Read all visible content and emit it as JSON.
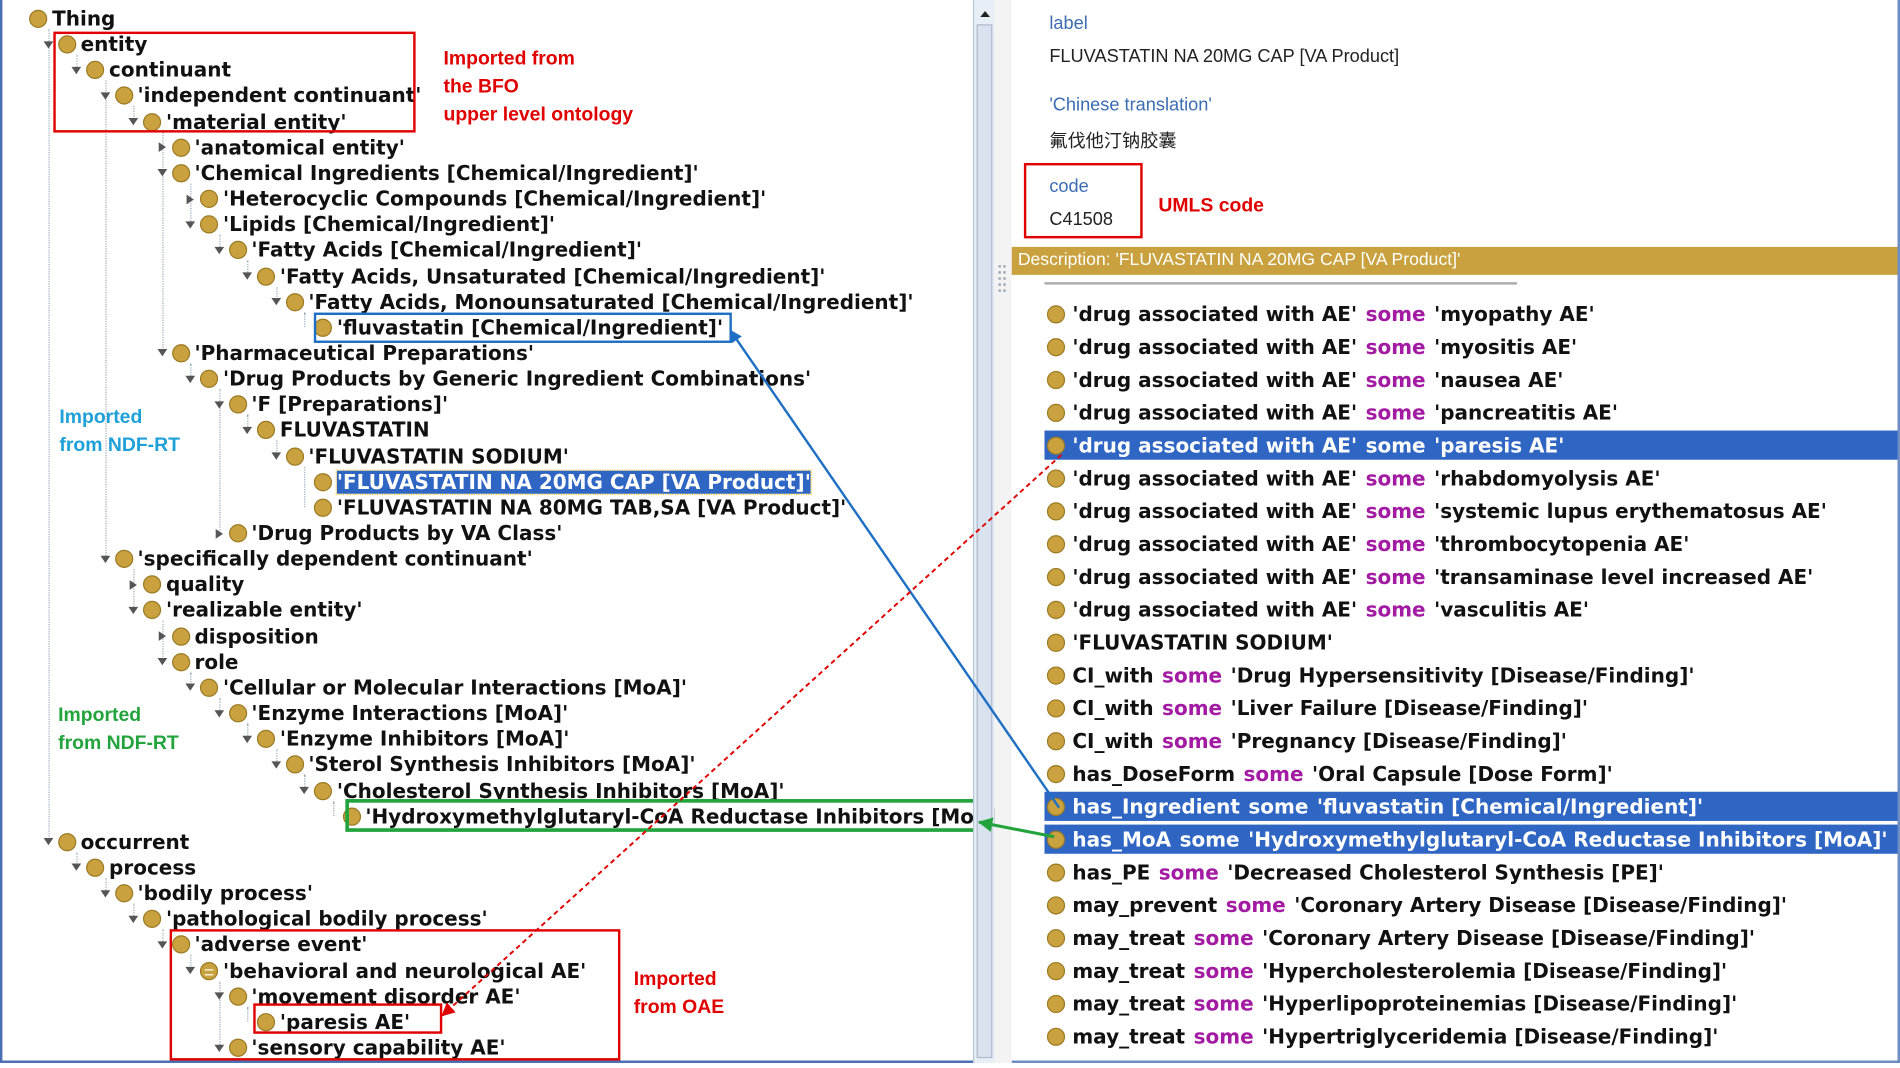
{
  "tree": {
    "rows": [
      {
        "label": "Thing",
        "has_toggle": false
      },
      {
        "label": "entity",
        "expanded": true
      },
      {
        "label": "continuant",
        "expanded": true
      },
      {
        "label": "'independent continuant'",
        "expanded": true
      },
      {
        "label": "'material entity'",
        "expanded": true
      },
      {
        "label": "'anatomical entity'",
        "expanded": false
      },
      {
        "label": "'Chemical Ingredients [Chemical/Ingredient]'",
        "expanded": true
      },
      {
        "label": "'Heterocyclic Compounds [Chemical/Ingredient]'",
        "expanded": false
      },
      {
        "label": "'Lipids [Chemical/Ingredient]'",
        "expanded": true
      },
      {
        "label": "'Fatty Acids [Chemical/Ingredient]'",
        "expanded": true
      },
      {
        "label": "'Fatty Acids, Unsaturated [Chemical/Ingredient]'",
        "expanded": true
      },
      {
        "label": "'Fatty Acids, Monounsaturated [Chemical/Ingredient]'",
        "expanded": true
      },
      {
        "label": "'fluvastatin [Chemical/Ingredient]'",
        "has_toggle": false
      },
      {
        "label": "'Pharmaceutical Preparations'",
        "expanded": true
      },
      {
        "label": "'Drug Products by Generic Ingredient Combinations'",
        "expanded": true
      },
      {
        "label": "'F [Preparations]'",
        "expanded": true
      },
      {
        "label": "FLUVASTATIN",
        "expanded": true
      },
      {
        "label": "'FLUVASTATIN SODIUM'",
        "expanded": true
      },
      {
        "label": "'FLUVASTATIN NA 20MG CAP [VA Product]'",
        "has_toggle": false,
        "selected": true
      },
      {
        "label": "'FLUVASTATIN NA 80MG TAB,SA [VA Product]'",
        "has_toggle": false
      },
      {
        "label": "'Drug Products by VA Class'",
        "expanded": false
      },
      {
        "label": "'specifically dependent continuant'",
        "expanded": true
      },
      {
        "label": "quality",
        "expanded": false
      },
      {
        "label": "'realizable entity'",
        "expanded": true
      },
      {
        "label": "disposition",
        "expanded": false
      },
      {
        "label": "role",
        "expanded": true
      },
      {
        "label": "'Cellular or Molecular Interactions [MoA]'",
        "expanded": true
      },
      {
        "label": "'Enzyme Interactions [MoA]'",
        "expanded": true
      },
      {
        "label": "'Enzyme Inhibitors [MoA]'",
        "expanded": true
      },
      {
        "label": "'Sterol Synthesis Inhibitors [MoA]'",
        "expanded": true
      },
      {
        "label": "'Cholesterol Synthesis Inhibitors [MoA]'",
        "expanded": true
      },
      {
        "label": "'Hydroxymethylglutaryl-CoA Reductase Inhibitors [MoA]'",
        "has_toggle": false
      },
      {
        "label": "occurrent",
        "expanded": true
      },
      {
        "label": "process",
        "expanded": true
      },
      {
        "label": "'bodily process'",
        "expanded": true
      },
      {
        "label": "'pathological bodily process'",
        "expanded": true
      },
      {
        "label": "'adverse event'",
        "expanded": true
      },
      {
        "label": "'behavioral and neurological AE'",
        "expanded": true,
        "equivalent": true
      },
      {
        "label": "'movement disorder AE'",
        "expanded": true
      },
      {
        "label": "'paresis AE'",
        "has_toggle": false
      },
      {
        "label": "'sensory capability AE'",
        "expanded": true
      }
    ]
  },
  "annotations": {
    "bfo": "Imported from\nthe BFO\nupper level ontology",
    "ndfrt_1": "Imported\nfrom NDF-RT",
    "ndfrt_2": "Imported\nfrom NDF-RT",
    "oae": "Imported\nfrom OAE",
    "umls": "UMLS code"
  },
  "colors": {
    "annotation_red": "#e00000",
    "annotation_blue": "#1ea0d8",
    "annotation_green": "#22a33c",
    "selection": "#2f66c4",
    "class_dot": "#c9a23f",
    "keyword": "#a31aa3"
  },
  "details": {
    "label_title": "label",
    "label_value": "FLUVASTATIN NA 20MG CAP [VA Product]",
    "chinese_title": "'Chinese translation'",
    "chinese_value": "氟伐他汀钠胶囊",
    "code_title": "code",
    "code_value": "C41508"
  },
  "description": {
    "header": "Description: 'FLUVASTATIN NA 20MG CAP [VA Product]'",
    "axioms": [
      {
        "prop": "'drug associated with AE'",
        "kw": "some",
        "filler": "'myopathy AE'"
      },
      {
        "prop": "'drug associated with AE'",
        "kw": "some",
        "filler": "'myositis AE'"
      },
      {
        "prop": "'drug associated with AE'",
        "kw": "some",
        "filler": "'nausea AE'"
      },
      {
        "prop": "'drug associated with AE'",
        "kw": "some",
        "filler": "'pancreatitis AE'"
      },
      {
        "prop": "'drug associated with AE'",
        "kw": "some",
        "filler": "'paresis AE'",
        "selected": true
      },
      {
        "prop": "'drug associated with AE'",
        "kw": "some",
        "filler": "'rhabdomyolysis AE'"
      },
      {
        "prop": "'drug associated with AE'",
        "kw": "some",
        "filler": "'systemic lupus erythematosus AE'"
      },
      {
        "prop": "'drug associated with AE'",
        "kw": "some",
        "filler": "'thrombocytopenia AE'"
      },
      {
        "prop": "'drug associated with AE'",
        "kw": "some",
        "filler": "'transaminase level increased AE'"
      },
      {
        "prop": "'drug associated with AE'",
        "kw": "some",
        "filler": "'vasculitis AE'"
      },
      {
        "prop": "'FLUVASTATIN SODIUM'",
        "kw": "",
        "filler": ""
      },
      {
        "prop": "CI_with",
        "kw": "some",
        "filler": "'Drug Hypersensitivity [Disease/Finding]'"
      },
      {
        "prop": "CI_with",
        "kw": "some",
        "filler": "'Liver Failure [Disease/Finding]'"
      },
      {
        "prop": "CI_with",
        "kw": "some",
        "filler": "'Pregnancy [Disease/Finding]'"
      },
      {
        "prop": "has_DoseForm",
        "kw": "some",
        "filler": "'Oral Capsule [Dose Form]'"
      },
      {
        "prop": "has_Ingredient",
        "kw": "some",
        "filler": "'fluvastatin [Chemical/Ingredient]'",
        "selected": true
      },
      {
        "prop": "has_MoA",
        "kw": "some",
        "filler": "'Hydroxymethylglutaryl-CoA Reductase Inhibitors [MoA]'",
        "selected": true
      },
      {
        "prop": "has_PE",
        "kw": "some",
        "filler": "'Decreased Cholesterol Synthesis [PE]'"
      },
      {
        "prop": "may_prevent",
        "kw": "some",
        "filler": "'Coronary Artery Disease [Disease/Finding]'"
      },
      {
        "prop": "may_treat",
        "kw": "some",
        "filler": "'Coronary Artery Disease [Disease/Finding]'"
      },
      {
        "prop": "may_treat",
        "kw": "some",
        "filler": "'Hypercholesterolemia [Disease/Finding]'"
      },
      {
        "prop": "may_treat",
        "kw": "some",
        "filler": "'Hyperlipoproteinemias [Disease/Finding]'"
      },
      {
        "prop": "may_treat",
        "kw": "some",
        "filler": "'Hypertriglyceridemia [Disease/Finding]'"
      }
    ]
  }
}
